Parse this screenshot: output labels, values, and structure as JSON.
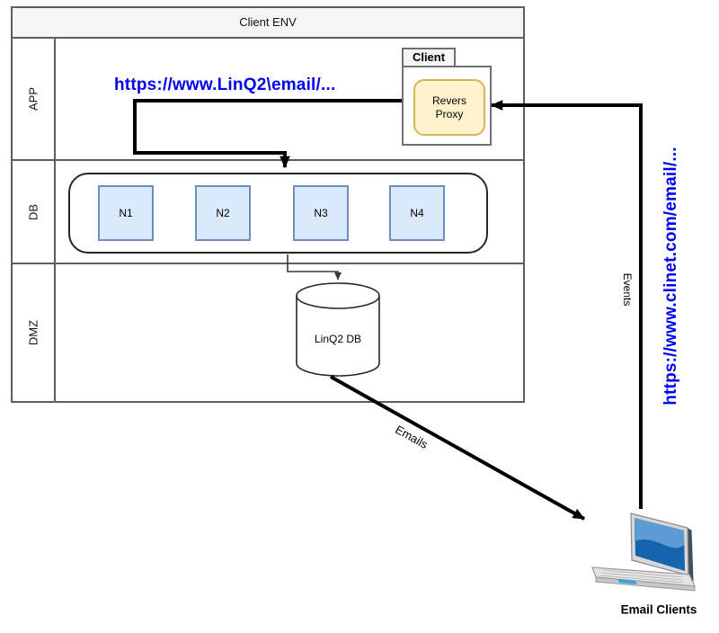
{
  "pool": {
    "title": "Client ENV",
    "lanes": [
      {
        "label": "APP"
      },
      {
        "label": "DB"
      },
      {
        "label": "DMZ"
      }
    ]
  },
  "app_lane": {
    "url": "https://www.LinQ2\\email/...",
    "client_group": {
      "title": "Client",
      "proxy_label": "Revers Proxy"
    }
  },
  "db_lane": {
    "nodes": [
      "N1",
      "N2",
      "N3",
      "N4"
    ]
  },
  "dmz_lane": {
    "database_label": "LinQ2 DB"
  },
  "edges": {
    "emails_label": "Emails",
    "events_label": "Events"
  },
  "external": {
    "client_url_vertical": "https://www.clinet.com/email/...",
    "laptop_label": "Email Clients"
  },
  "colors": {
    "url_blue": "#0000f2",
    "node_fill": "#dae8fc",
    "node_stroke": "#6c8ebf",
    "proxy_fill": "#fff2cc",
    "proxy_stroke": "#d6b656",
    "header_fill": "#f5f5f5",
    "pool_stroke": "#5e5e5e",
    "arrow_color": "#000000",
    "laptop_screen_blue": "#1565ad"
  }
}
